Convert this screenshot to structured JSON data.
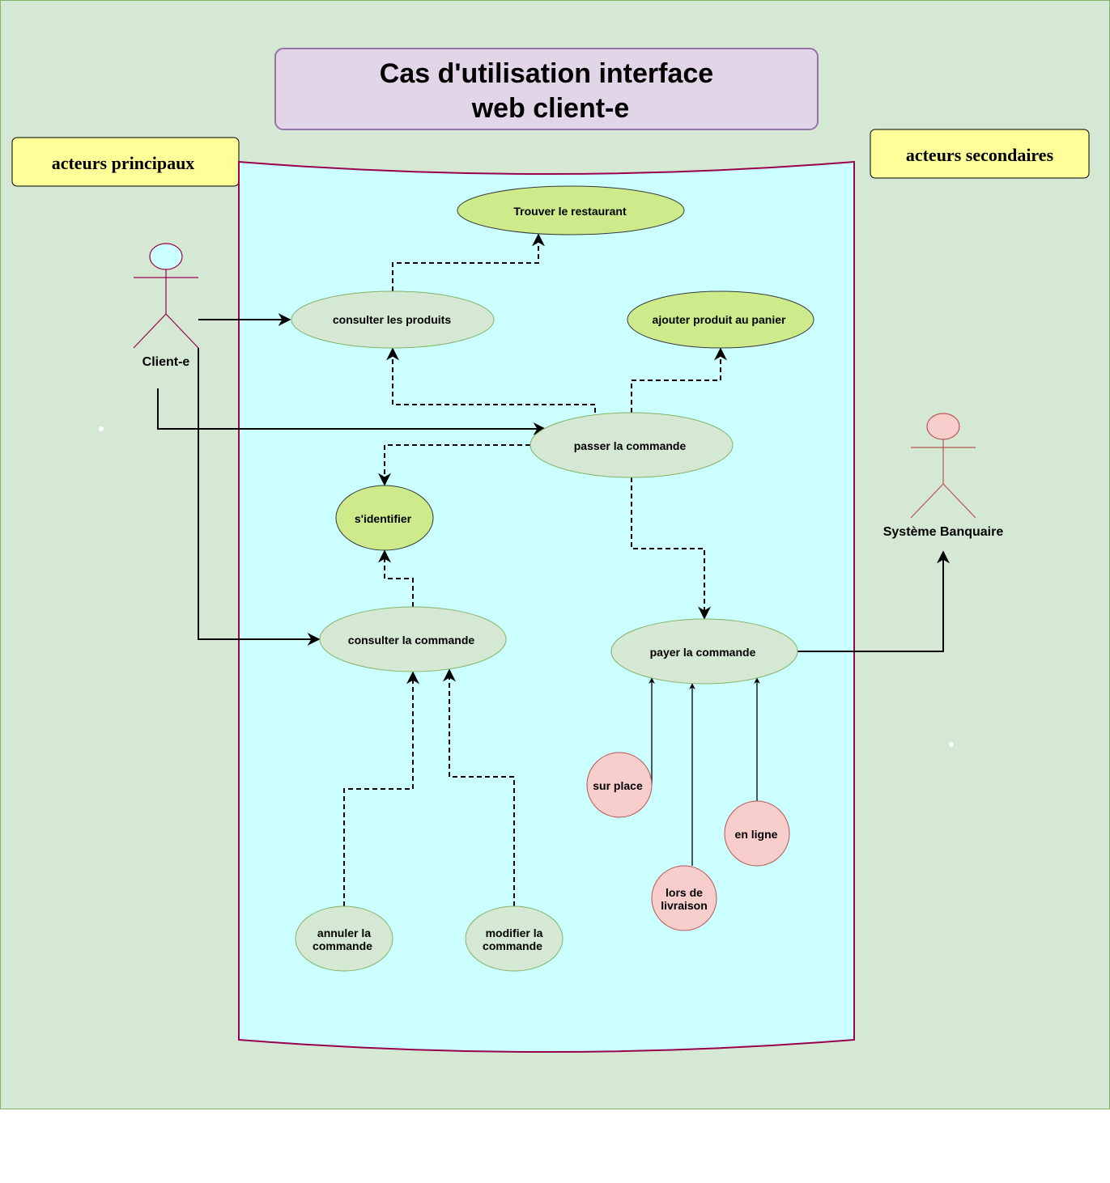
{
  "title": {
    "line1": "Cas d'utilisation interface",
    "line2": "web client-e"
  },
  "actor_groups": {
    "primary": "acteurs principaux",
    "secondary": "acteurs secondaires"
  },
  "actors": {
    "client": "Client-e",
    "bank": "Système Banquaire"
  },
  "use_cases": {
    "trouver_restaurant": "Trouver le restaurant",
    "consulter_produits": "consulter les produits",
    "ajouter_panier": "ajouter produit au panier",
    "passer_commande": "passer la commande",
    "identifier": "s'identifier",
    "consulter_commande": "consulter la commande",
    "payer_commande": "payer la commande",
    "annuler_commande": {
      "line1": "annuler la",
      "line2": "commande"
    },
    "modifier_commande": {
      "line1": "modifier la",
      "line2": "commande"
    }
  },
  "payment_modes": {
    "sur_place": "sur place",
    "en_ligne": "en ligne",
    "livraison": {
      "line1": "lors de",
      "line2": "livraison"
    }
  },
  "colors": {
    "background": "#d5e8d4",
    "system_boundary": "#ccffff",
    "boundary_stroke": "#99004d",
    "title_fill": "#e1d5e7",
    "title_stroke": "#9673a6",
    "group_label_fill": "#ffff99",
    "use_case_light": "#d5e8d4",
    "use_case_accent": "#cdeb8b",
    "payment_mode": "#f8cecc",
    "actor_client_head": "#ccffff",
    "actor_bank_head": "#f8cecc"
  }
}
